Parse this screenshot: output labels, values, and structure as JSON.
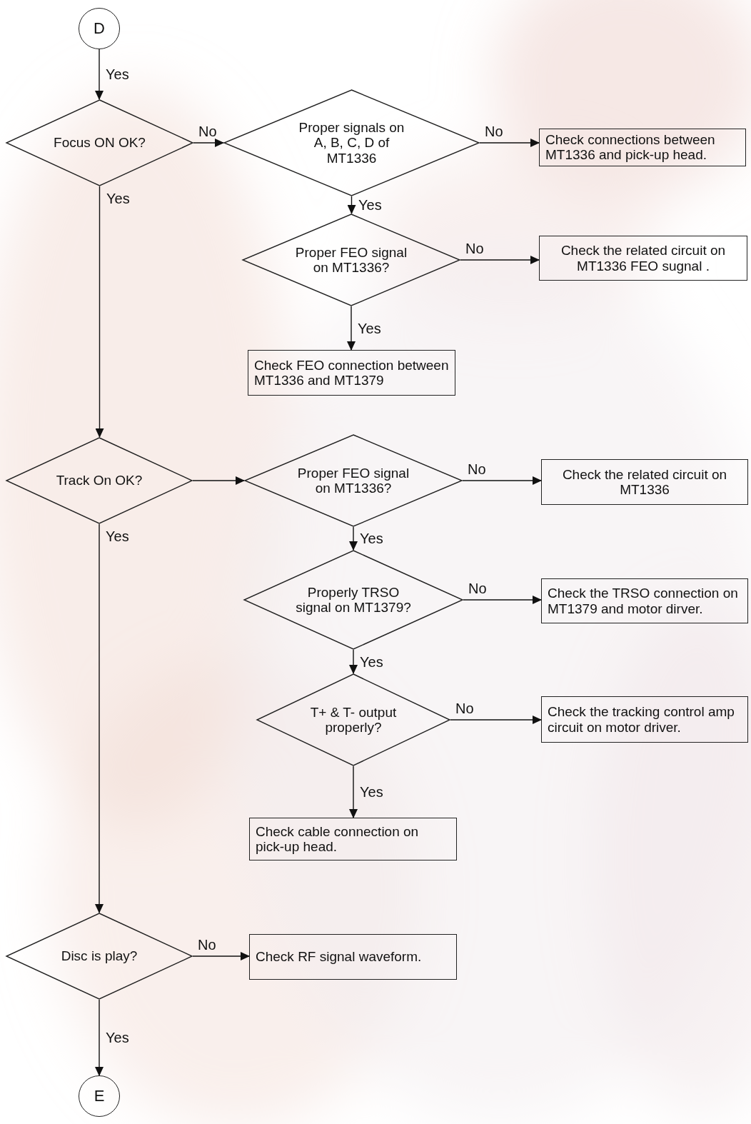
{
  "diagram": {
    "nodes": [
      {
        "text": [
          "D"
        ]
      },
      {
        "text": [
          "Focus ON OK?"
        ]
      },
      {
        "text": [
          "Proper signals on A, B, C, D of MT1336"
        ]
      },
      {
        "text": [
          "Check connections between MT1336 and pick-up head."
        ]
      },
      {
        "text": [
          "Proper FEO signal on MT1336?"
        ]
      },
      {
        "text": [
          "Check the related circuit on MT1336 FEO sugnal ."
        ]
      },
      {
        "text": [
          "Check FEO connection between MT1336 and MT1379"
        ]
      },
      {
        "text": [
          "Track On OK?"
        ]
      },
      {
        "text": [
          "Proper FEO signal on MT1336?"
        ]
      },
      {
        "text": [
          "Check the related circuit on MT1336"
        ]
      },
      {
        "text": [
          "Properly TRSO signal on MT1379?"
        ]
      },
      {
        "text": [
          "Check the TRSO connection on MT1379 and motor dirver."
        ]
      },
      {
        "text": [
          "T+ & T- output properly?"
        ]
      },
      {
        "text": [
          "Check the tracking control amp circuit on motor driver."
        ]
      },
      {
        "text": [
          "Check cable connection on pick-up head."
        ]
      },
      {
        "text": [
          "Disc is play?"
        ]
      },
      {
        "text": [
          "Check RF signal waveform."
        ]
      },
      {
        "text": [
          "E"
        ]
      }
    ],
    "edges": [
      {
        "from": 0,
        "to": 1,
        "label": "Yes",
        "arrow": "to"
      },
      {
        "from": 1,
        "to": 2,
        "label": "No",
        "arrow": "to"
      },
      {
        "from": 2,
        "to": 3,
        "label": "No",
        "arrow": "to"
      },
      {
        "from": 2,
        "to": 4,
        "label": "Yes",
        "arrow": "to"
      },
      {
        "from": 4,
        "to": 5,
        "label": "No",
        "arrow": "to"
      },
      {
        "from": 4,
        "to": 6,
        "label": "Yes",
        "arrow": "to"
      },
      {
        "from": 1,
        "to": 7,
        "label": "Yes",
        "arrow": "to"
      },
      {
        "from": 7,
        "to": 8,
        "arrow": "to"
      },
      {
        "from": 8,
        "to": 9,
        "label": "No",
        "arrow": "to"
      },
      {
        "from": 8,
        "to": 10,
        "label": "Yes",
        "arrow": "to"
      },
      {
        "from": 10,
        "to": 11,
        "label": "No",
        "arrow": "to"
      },
      {
        "from": 10,
        "to": 12,
        "label": "Yes",
        "arrow": "to"
      },
      {
        "from": 12,
        "to": 13,
        "label": "No",
        "arrow": "to"
      },
      {
        "from": 12,
        "to": 14,
        "label": "Yes",
        "arrow": "to"
      },
      {
        "from": 7,
        "to": 15,
        "label": "Yes",
        "arrow": "to"
      },
      {
        "from": 15,
        "to": 16,
        "label": "No",
        "arrow": "to"
      },
      {
        "from": 15,
        "to": 17,
        "label": "Yes",
        "arrow": "to"
      }
    ]
  }
}
